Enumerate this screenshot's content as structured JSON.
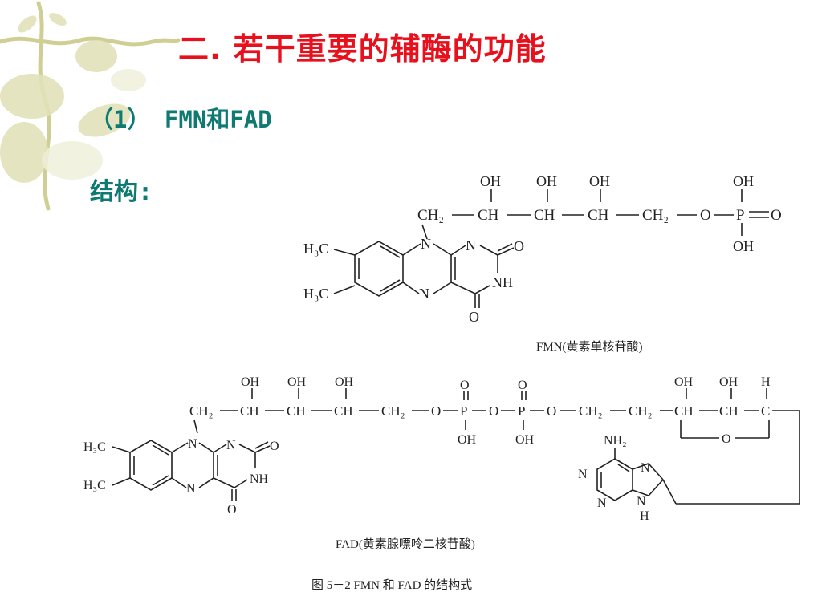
{
  "slide": {
    "title": "二. 若干重要的辅酶的功能",
    "subtitle": "（1） FMN和FAD",
    "section_label": "结构:"
  },
  "figure": {
    "fmn_caption": "FMN(黄素单核苷酸)",
    "fad_caption": "FAD(黄素腺嘌呤二核苷酸)",
    "figure_caption": "图 5－2   FMN 和 FAD 的结构式",
    "labels": {
      "oh": "OH",
      "o": "O",
      "n": "N",
      "nh": "NH",
      "h": "H",
      "p": "P",
      "ch2": "CH₂",
      "ch": "CH",
      "c": "C",
      "h3c": "H₃C",
      "nh2": "NH₂"
    }
  },
  "colors": {
    "title": "#e8101c",
    "heading": "#0e7a72",
    "decor_plant": "#c9c98a"
  }
}
